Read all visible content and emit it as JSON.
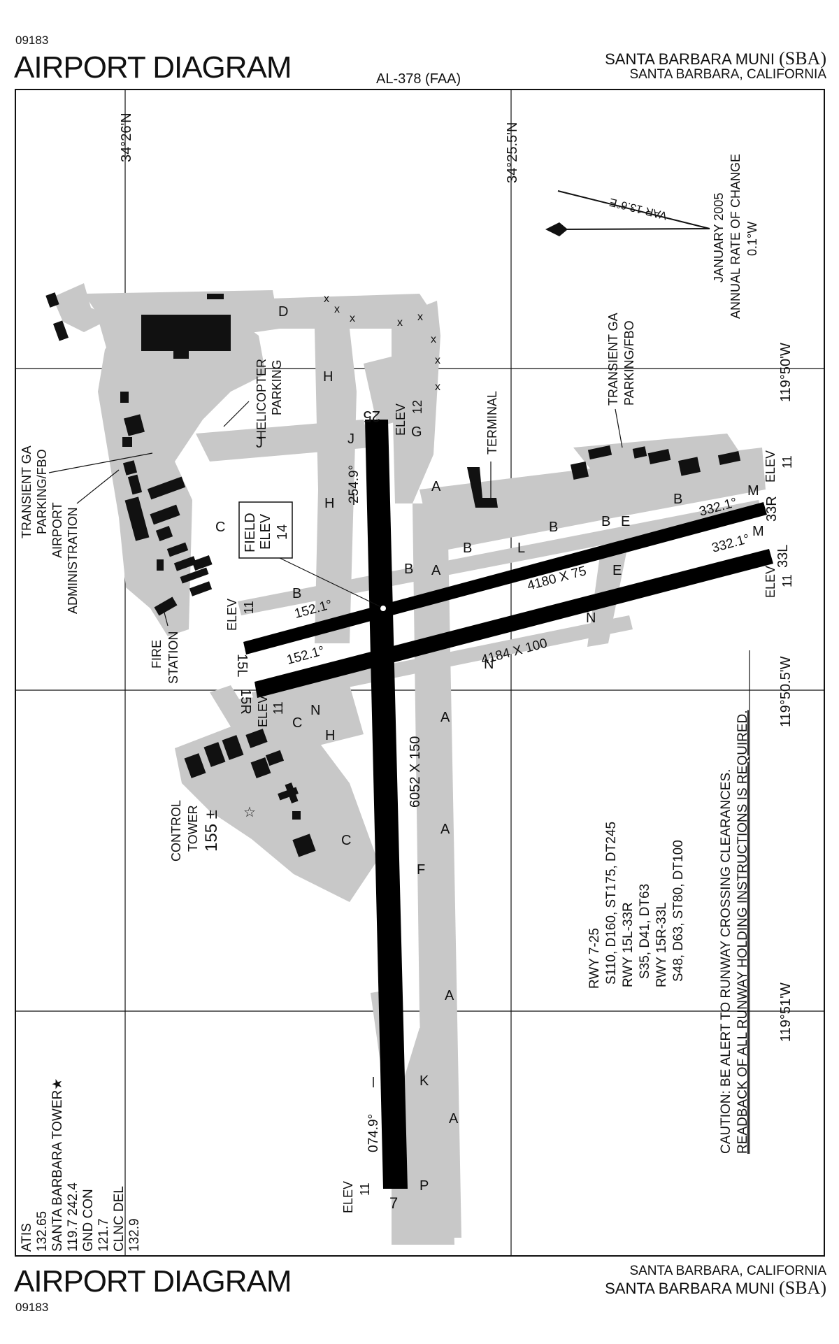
{
  "chart": {
    "number_top": "09183",
    "title_top": "AIRPORT DIAGRAM",
    "faa_code": "AL-378 (FAA)",
    "airport_name": "SANTA BARBARA MUNI",
    "airport_id": "(SBA)",
    "city_state": "SANTA BARBARA, CALIFORNIA",
    "number_bottom": "09183",
    "title_bottom": "AIRPORT DIAGRAM",
    "airport_name_bottom": "SANTA BARBARA MUNI",
    "airport_id_bottom": "(SBA)",
    "city_state_bottom": "SANTA BARBARA, CALIFORNIA"
  },
  "grid": {
    "lat_1": "34°26'N",
    "lat_2": "34°25.5'N",
    "lon_1": "119°50'W",
    "lon_2": "119°50.5'W",
    "lon_3": "119°51'W"
  },
  "magvar": {
    "var_label": "VAR 13.6°E",
    "line1": "JANUARY 2005",
    "line2": "ANNUAL RATE OF CHANGE",
    "line3": "0.1°W"
  },
  "runways": {
    "rwy7_25": {
      "dims": "6052 X 150",
      "end_a": "7",
      "end_b": "25",
      "hdg": "074.9°",
      "hdg2": "254.9°",
      "elev_a": "ELEV",
      "elev_a_val": "11",
      "elev_b": "ELEV",
      "elev_b_val": "12"
    },
    "rwy15l_33r": {
      "dims": "4180 X 75",
      "end_a": "15L",
      "end_b": "33R",
      "hdg": "152.1°",
      "hdg2": "332.1°",
      "elev_a": "ELEV",
      "elev_a_val": "11",
      "elev_b": "ELEV",
      "elev_b_val": "11"
    },
    "rwy15r_33l": {
      "dims": "4184 X 100",
      "end_a": "15R",
      "end_b": "33L",
      "hdg": "152.1°",
      "hdg2": "332.1°",
      "elev_a": "ELEV",
      "elev_a_val": "11",
      "elev_b": "ELEV",
      "elev_b_val": "11"
    }
  },
  "field_elev": {
    "line1": "FIELD",
    "line2": "ELEV",
    "line3": "14"
  },
  "labels": {
    "terminal": "TERMINAL",
    "heli_1": "HELICOPTER",
    "heli_2": "PARKING",
    "tga_right_1": "TRANSIENT GA",
    "tga_right_2": "PARKING/FBO",
    "tga_left_1": "TRANSIENT GA",
    "tga_left_2": "PARKING/FBO",
    "admin_1": "AIRPORT",
    "admin_2": "ADMINISTRATION",
    "fire_1": "FIRE",
    "fire_2": "STATION",
    "tower_1": "CONTROL",
    "tower_2": "TOWER",
    "tower_3": "155 ±"
  },
  "taxiways": [
    "A",
    "B",
    "C",
    "D",
    "E",
    "F",
    "G",
    "H",
    "J",
    "K",
    "L",
    "M",
    "N",
    "P"
  ],
  "weights": {
    "l1": "RWY 7-25",
    "l2": "S110, D160, ST175, DT245",
    "l3": "RWY 15L-33R",
    "l4": "S35, D41, DT63",
    "l5": "RWY 15R-33L",
    "l6": "S48, D63, ST80, DT100"
  },
  "caution": {
    "l1": "CAUTION: BE ALERT TO RUNWAY CROSSING CLEARANCES.",
    "l2": "READBACK OF ALL RUNWAY HOLDING INSTRUCTIONS IS REQUIRED."
  },
  "freq": {
    "atis": "ATIS",
    "atis_f": "132.65",
    "twr": "SANTA BARBARA TOWER★",
    "twr_f": "119.7 242.4",
    "gnd": "GND CON",
    "gnd_f": "121.7",
    "clnc": "CLNC DEL",
    "clnc_f": "132.9"
  }
}
